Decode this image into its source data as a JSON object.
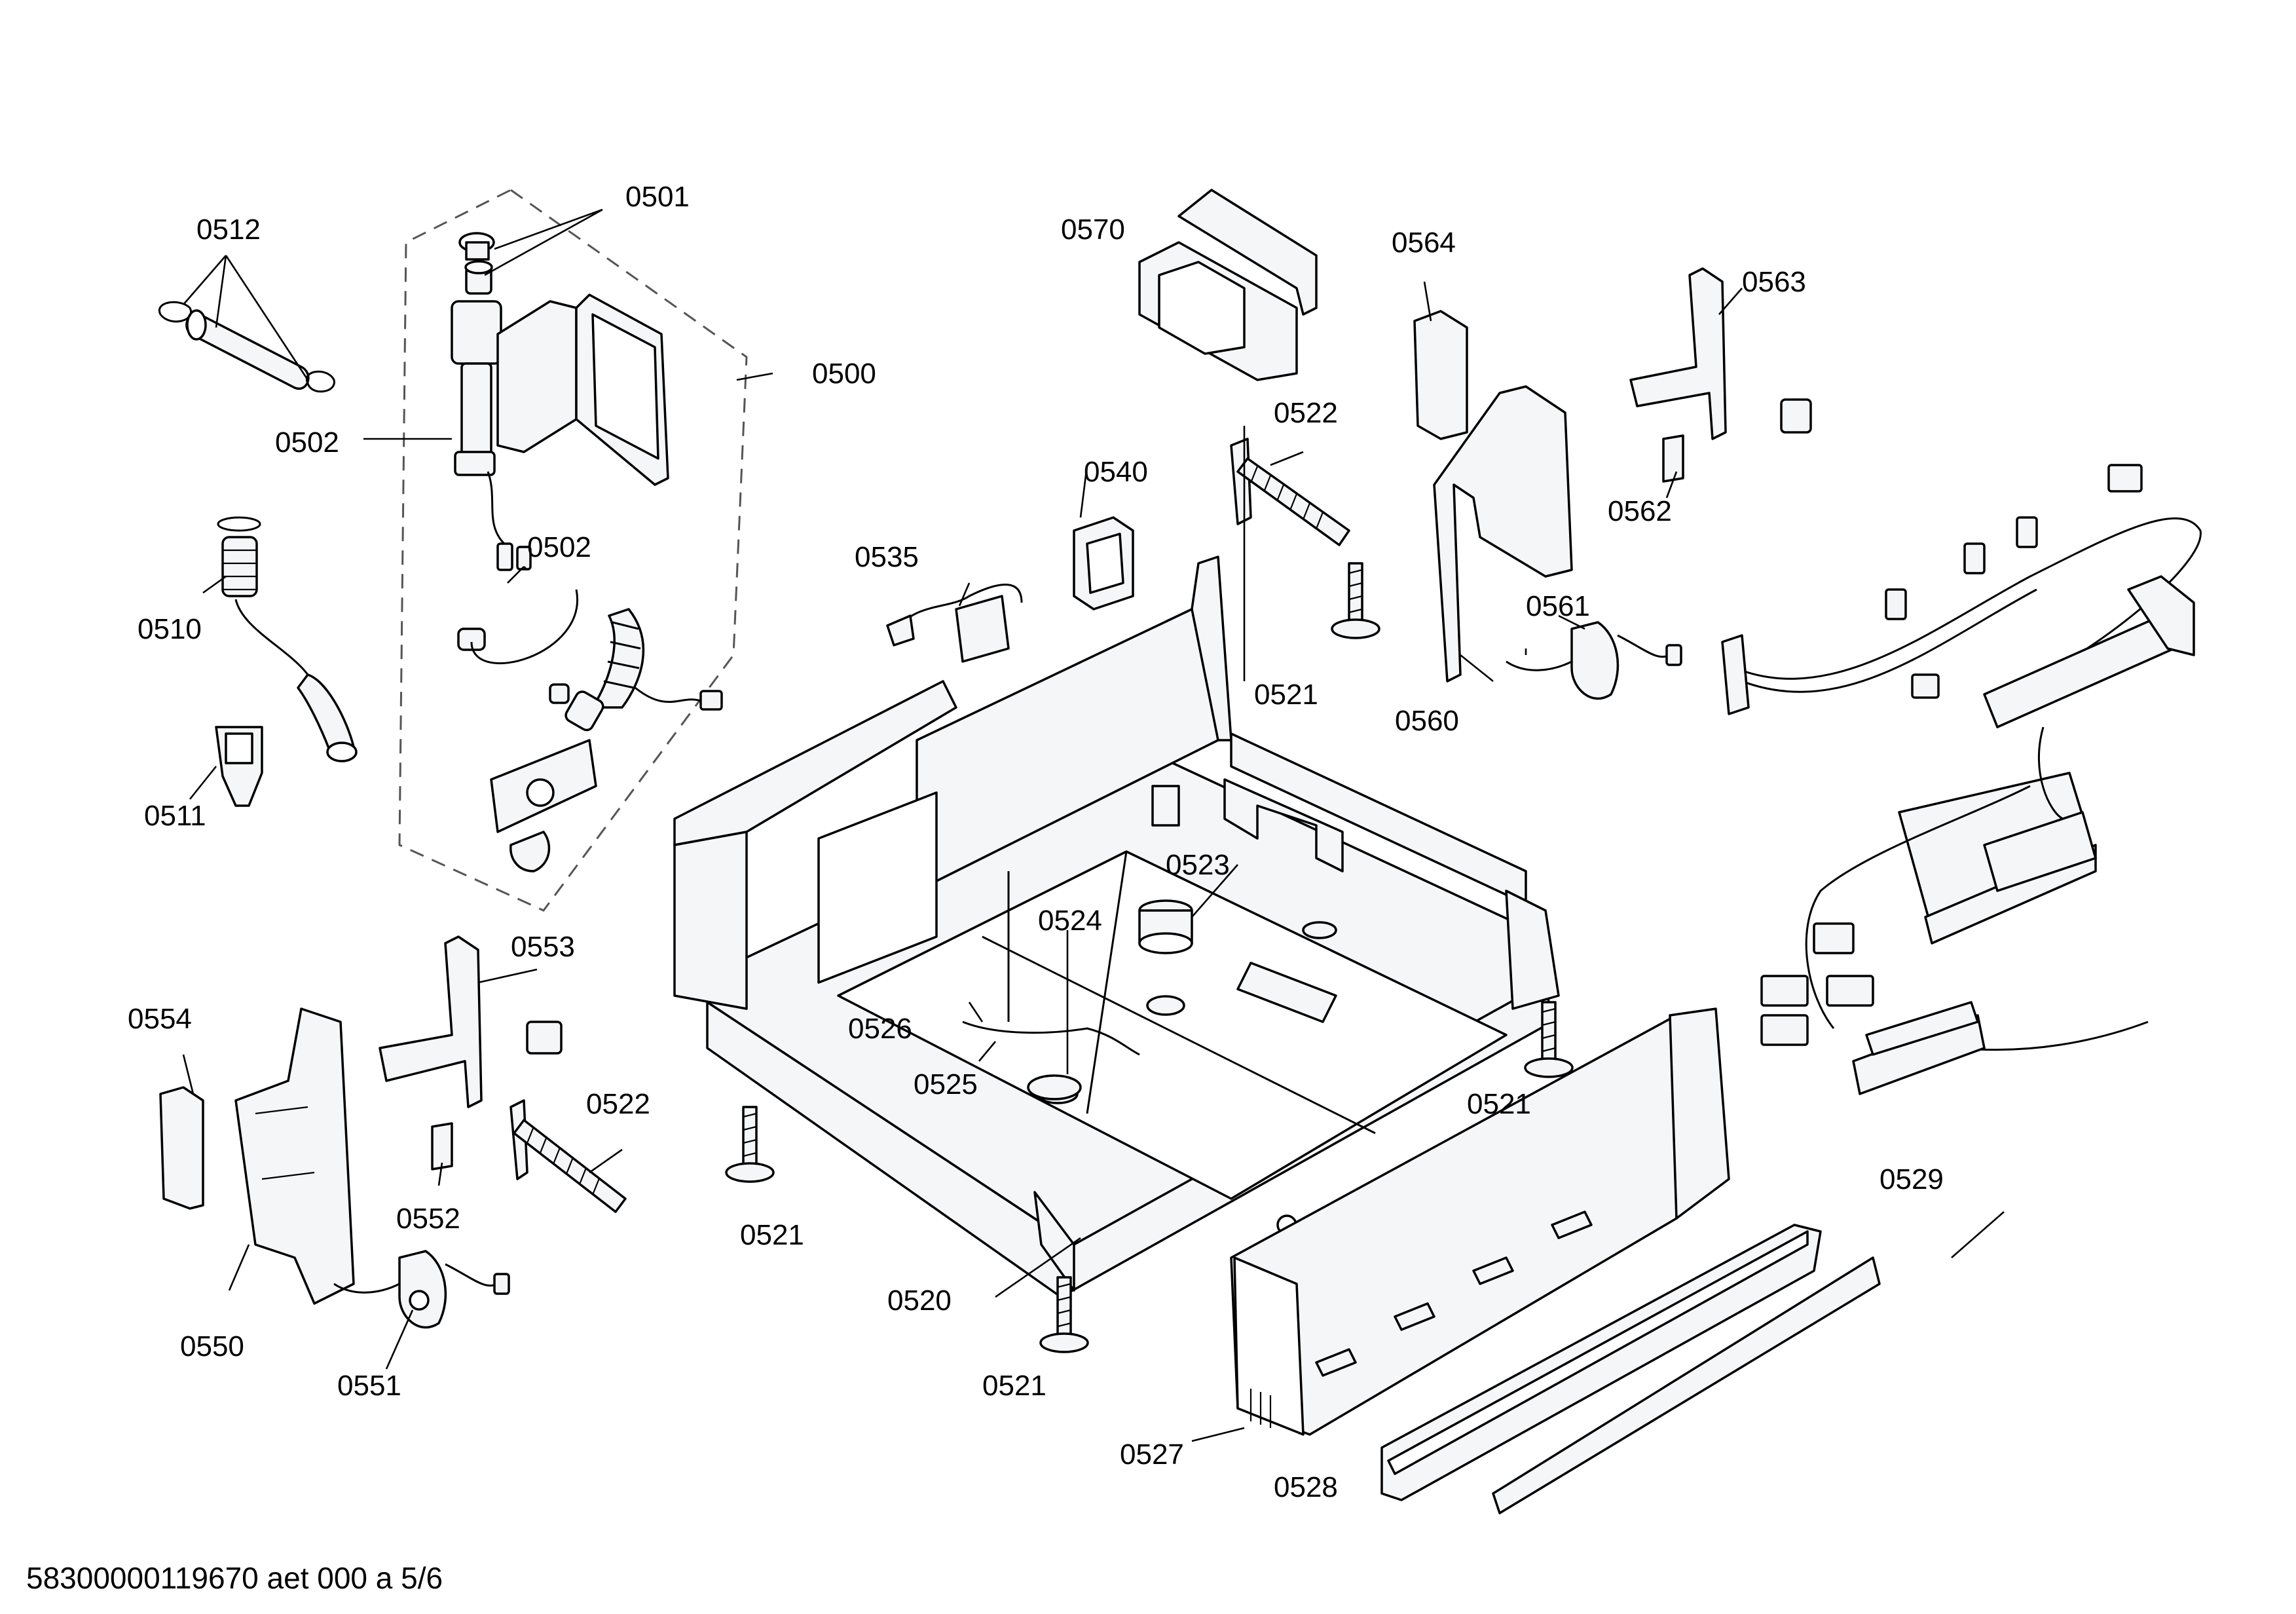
{
  "callouts": [
    "0500",
    "0501",
    "0502",
    "0502",
    "0510",
    "0511",
    "0512",
    "0520",
    "0521",
    "0521",
    "0521",
    "0521",
    "0522",
    "0522",
    "0523",
    "0524",
    "0525",
    "0526",
    "0527",
    "0528",
    "0529",
    "0535",
    "0540",
    "0550",
    "0551",
    "0552",
    "0553",
    "0554",
    "0560",
    "0561",
    "0562",
    "0563",
    "0564",
    "0570"
  ],
  "footer": {
    "text": "58300000119670 aet 000 a 5/6"
  }
}
